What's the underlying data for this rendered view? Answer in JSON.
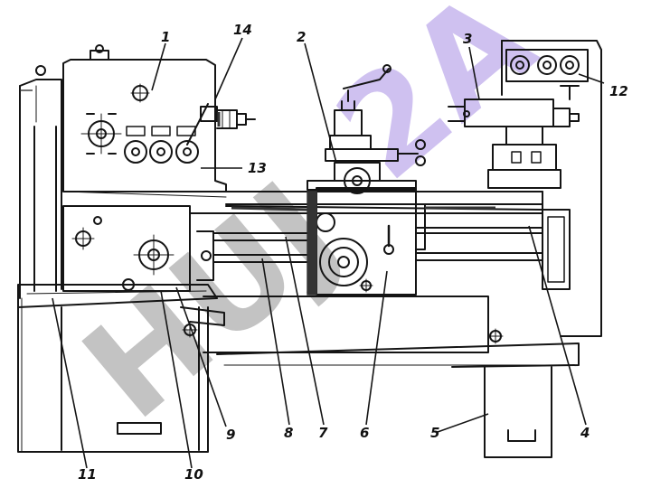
{
  "colors": {
    "line": "#141414",
    "hatch": "#333333",
    "paper": "#ffffff",
    "watermark_gray": "#b9b9b9",
    "watermark_violet": "#c7b7ee"
  },
  "watermark": {
    "left_part": "HUJ",
    "right_part": "2A"
  },
  "callouts": [
    {
      "id": "1",
      "text": "1"
    },
    {
      "id": "14",
      "text": "14"
    },
    {
      "id": "2",
      "text": "2"
    },
    {
      "id": "3",
      "text": "3"
    },
    {
      "id": "12",
      "text": "12"
    },
    {
      "id": "13",
      "text": "13"
    },
    {
      "id": "4",
      "text": "4"
    },
    {
      "id": "5",
      "text": "5"
    },
    {
      "id": "6",
      "text": "6"
    },
    {
      "id": "7",
      "text": "7"
    },
    {
      "id": "8",
      "text": "8"
    },
    {
      "id": "9",
      "text": "9"
    },
    {
      "id": "10",
      "text": "10"
    },
    {
      "id": "11",
      "text": "11"
    }
  ]
}
